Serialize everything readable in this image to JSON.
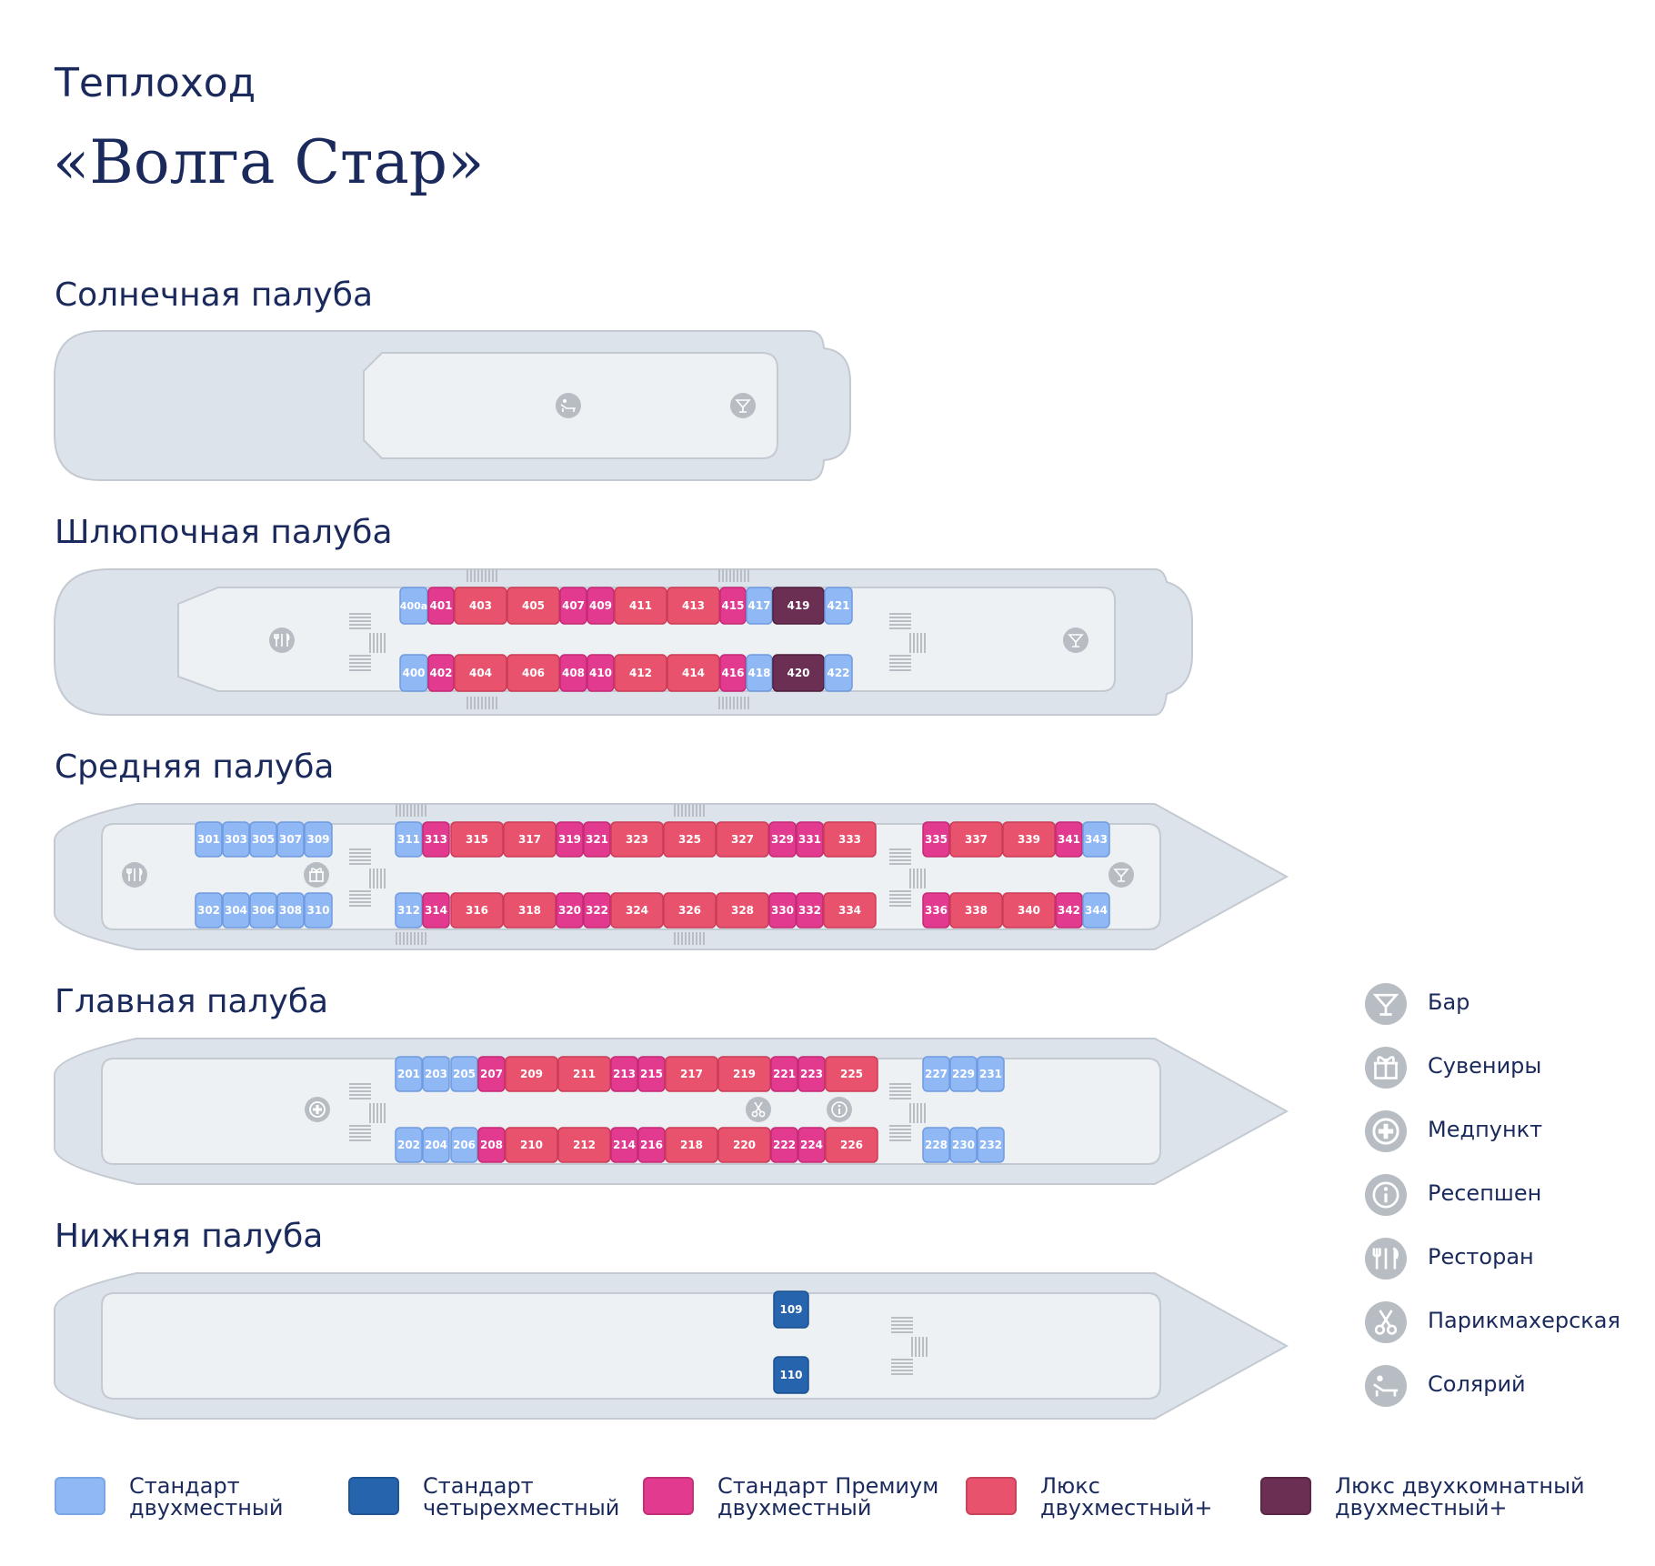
{
  "header": {
    "line1": "Теплоход",
    "line2": "«Волга Стар»"
  },
  "colors": {
    "std2": "#8fb8f5",
    "std4": "#2664ae",
    "prem": "#e23a8e",
    "lux": "#e9526d",
    "lux2room": "#6a2f52",
    "hull": "#dde3ea",
    "inner": "#eef1f4",
    "outline": "#c4cad1",
    "icon": "#b8bdc3"
  },
  "decks": {
    "sun": {
      "title": "Солнечная палуба",
      "icons": [
        "sunbed-icon",
        "bar-icon"
      ],
      "cabins": []
    },
    "boat": {
      "title": "Шлюпочная палуба",
      "icons": [
        "restaurant-icon",
        "bar-icon"
      ],
      "cabins": [
        {
          "n": "400a",
          "t": "std2"
        },
        {
          "n": "401",
          "t": "prem"
        },
        {
          "n": "403",
          "t": "lux"
        },
        {
          "n": "405",
          "t": "lux"
        },
        {
          "n": "407",
          "t": "prem"
        },
        {
          "n": "409",
          "t": "prem"
        },
        {
          "n": "411",
          "t": "lux"
        },
        {
          "n": "413",
          "t": "lux"
        },
        {
          "n": "415",
          "t": "prem"
        },
        {
          "n": "417",
          "t": "std2"
        },
        {
          "n": "419",
          "t": "lux2room"
        },
        {
          "n": "421",
          "t": "std2"
        },
        {
          "n": "400",
          "t": "std2"
        },
        {
          "n": "402",
          "t": "prem"
        },
        {
          "n": "404",
          "t": "lux"
        },
        {
          "n": "406",
          "t": "lux"
        },
        {
          "n": "408",
          "t": "prem"
        },
        {
          "n": "410",
          "t": "prem"
        },
        {
          "n": "412",
          "t": "lux"
        },
        {
          "n": "414",
          "t": "lux"
        },
        {
          "n": "416",
          "t": "prem"
        },
        {
          "n": "418",
          "t": "std2"
        },
        {
          "n": "420",
          "t": "lux2room"
        },
        {
          "n": "422",
          "t": "std2"
        }
      ]
    },
    "middle": {
      "title": "Средняя палуба",
      "icons": [
        "restaurant-icon",
        "gift-icon",
        "bar-icon"
      ],
      "cabins": [
        {
          "n": "301",
          "t": "std2"
        },
        {
          "n": "303",
          "t": "std2"
        },
        {
          "n": "305",
          "t": "std2"
        },
        {
          "n": "307",
          "t": "std2"
        },
        {
          "n": "309",
          "t": "std2"
        },
        {
          "n": "311",
          "t": "std2"
        },
        {
          "n": "313",
          "t": "prem"
        },
        {
          "n": "315",
          "t": "lux"
        },
        {
          "n": "317",
          "t": "lux"
        },
        {
          "n": "319",
          "t": "prem"
        },
        {
          "n": "321",
          "t": "prem"
        },
        {
          "n": "323",
          "t": "lux"
        },
        {
          "n": "325",
          "t": "lux"
        },
        {
          "n": "327",
          "t": "lux"
        },
        {
          "n": "329",
          "t": "prem"
        },
        {
          "n": "331",
          "t": "prem"
        },
        {
          "n": "333",
          "t": "lux"
        },
        {
          "n": "335",
          "t": "prem"
        },
        {
          "n": "337",
          "t": "lux"
        },
        {
          "n": "339",
          "t": "lux"
        },
        {
          "n": "341",
          "t": "prem"
        },
        {
          "n": "343",
          "t": "std2"
        },
        {
          "n": "302",
          "t": "std2"
        },
        {
          "n": "304",
          "t": "std2"
        },
        {
          "n": "306",
          "t": "std2"
        },
        {
          "n": "308",
          "t": "std2"
        },
        {
          "n": "310",
          "t": "std2"
        },
        {
          "n": "312",
          "t": "std2"
        },
        {
          "n": "314",
          "t": "prem"
        },
        {
          "n": "316",
          "t": "lux"
        },
        {
          "n": "318",
          "t": "lux"
        },
        {
          "n": "320",
          "t": "prem"
        },
        {
          "n": "322",
          "t": "prem"
        },
        {
          "n": "324",
          "t": "lux"
        },
        {
          "n": "326",
          "t": "lux"
        },
        {
          "n": "328",
          "t": "lux"
        },
        {
          "n": "330",
          "t": "prem"
        },
        {
          "n": "332",
          "t": "prem"
        },
        {
          "n": "334",
          "t": "lux"
        },
        {
          "n": "336",
          "t": "prem"
        },
        {
          "n": "338",
          "t": "lux"
        },
        {
          "n": "340",
          "t": "lux"
        },
        {
          "n": "342",
          "t": "prem"
        },
        {
          "n": "344",
          "t": "std2"
        }
      ]
    },
    "main": {
      "title": "Главная палуба",
      "icons": [
        "medical-icon",
        "scissors-icon",
        "info-icon"
      ],
      "cabins": [
        {
          "n": "201",
          "t": "std2"
        },
        {
          "n": "203",
          "t": "std2"
        },
        {
          "n": "205",
          "t": "std2"
        },
        {
          "n": "207",
          "t": "prem"
        },
        {
          "n": "209",
          "t": "lux"
        },
        {
          "n": "211",
          "t": "lux"
        },
        {
          "n": "213",
          "t": "prem"
        },
        {
          "n": "215",
          "t": "prem"
        },
        {
          "n": "217",
          "t": "lux"
        },
        {
          "n": "219",
          "t": "lux"
        },
        {
          "n": "221",
          "t": "prem"
        },
        {
          "n": "223",
          "t": "prem"
        },
        {
          "n": "225",
          "t": "lux"
        },
        {
          "n": "227",
          "t": "std2"
        },
        {
          "n": "229",
          "t": "std2"
        },
        {
          "n": "231",
          "t": "std2"
        },
        {
          "n": "202",
          "t": "std2"
        },
        {
          "n": "204",
          "t": "std2"
        },
        {
          "n": "206",
          "t": "std2"
        },
        {
          "n": "208",
          "t": "prem"
        },
        {
          "n": "210",
          "t": "lux"
        },
        {
          "n": "212",
          "t": "lux"
        },
        {
          "n": "214",
          "t": "prem"
        },
        {
          "n": "216",
          "t": "prem"
        },
        {
          "n": "218",
          "t": "lux"
        },
        {
          "n": "220",
          "t": "lux"
        },
        {
          "n": "222",
          "t": "prem"
        },
        {
          "n": "224",
          "t": "prem"
        },
        {
          "n": "226",
          "t": "lux"
        },
        {
          "n": "228",
          "t": "std2"
        },
        {
          "n": "230",
          "t": "std2"
        },
        {
          "n": "232",
          "t": "std2"
        }
      ]
    },
    "lower": {
      "title": "Нижняя палуба",
      "icons": [],
      "cabins": [
        {
          "n": "109",
          "t": "std4"
        },
        {
          "n": "110",
          "t": "std4"
        }
      ]
    }
  },
  "facilities": [
    {
      "icon": "bar-icon",
      "label": "Бар"
    },
    {
      "icon": "gift-icon",
      "label": "Сувениры"
    },
    {
      "icon": "medical-icon",
      "label": "Медпункт"
    },
    {
      "icon": "info-icon",
      "label": "Ресепшен"
    },
    {
      "icon": "restaurant-icon",
      "label": "Ресторан"
    },
    {
      "icon": "scissors-icon",
      "label": "Парикмахерская"
    },
    {
      "icon": "sunbed-icon",
      "label": "Солярий"
    }
  ],
  "legend": [
    {
      "type": "std2",
      "line1": "Стандарт",
      "line2": "двухместный"
    },
    {
      "type": "std4",
      "line1": "Стандарт",
      "line2": "четырехместный"
    },
    {
      "type": "prem",
      "line1": "Стандарт Премиум",
      "line2": "двухместный"
    },
    {
      "type": "lux",
      "line1": "Люкс",
      "line2": "двухместный+"
    },
    {
      "type": "lux2room",
      "line1": "Люкс двухкомнатный",
      "line2": "двухместный+"
    }
  ]
}
